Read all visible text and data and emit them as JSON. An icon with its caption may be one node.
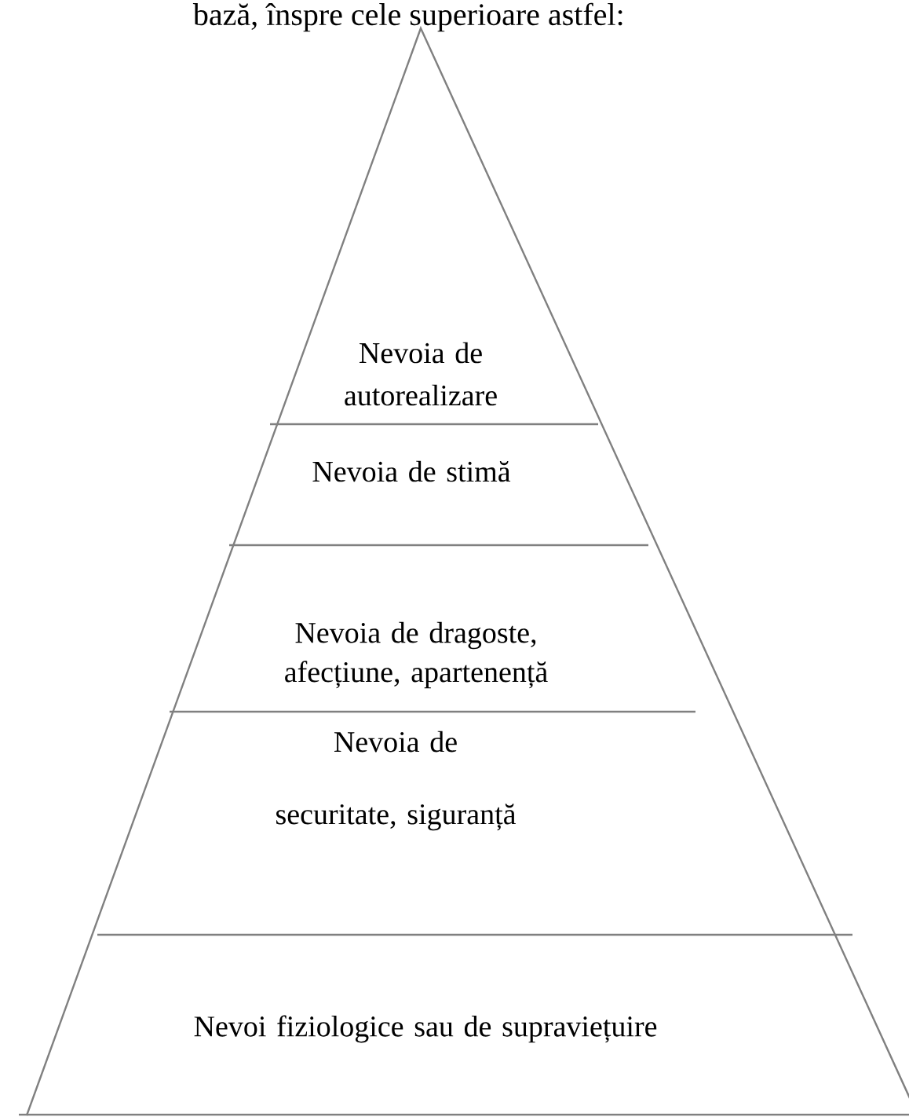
{
  "diagram": {
    "nodes": [
      {
        "text": [
          "Nevoia de autorealizare"
        ]
      },
      {
        "text": [
          "Nevoia de stimă"
        ]
      },
      {
        "text": [
          "Nevoia de dragoste, afecțiune, apartenență"
        ]
      },
      {
        "text": [
          "Nevoia de securitate, siguranță"
        ]
      },
      {
        "text": [
          "Nevoi fiziologice sau de supraviețuire"
        ]
      }
    ],
    "labels": [
      "bază, înspre cele superioare astfel:"
    ]
  }
}
